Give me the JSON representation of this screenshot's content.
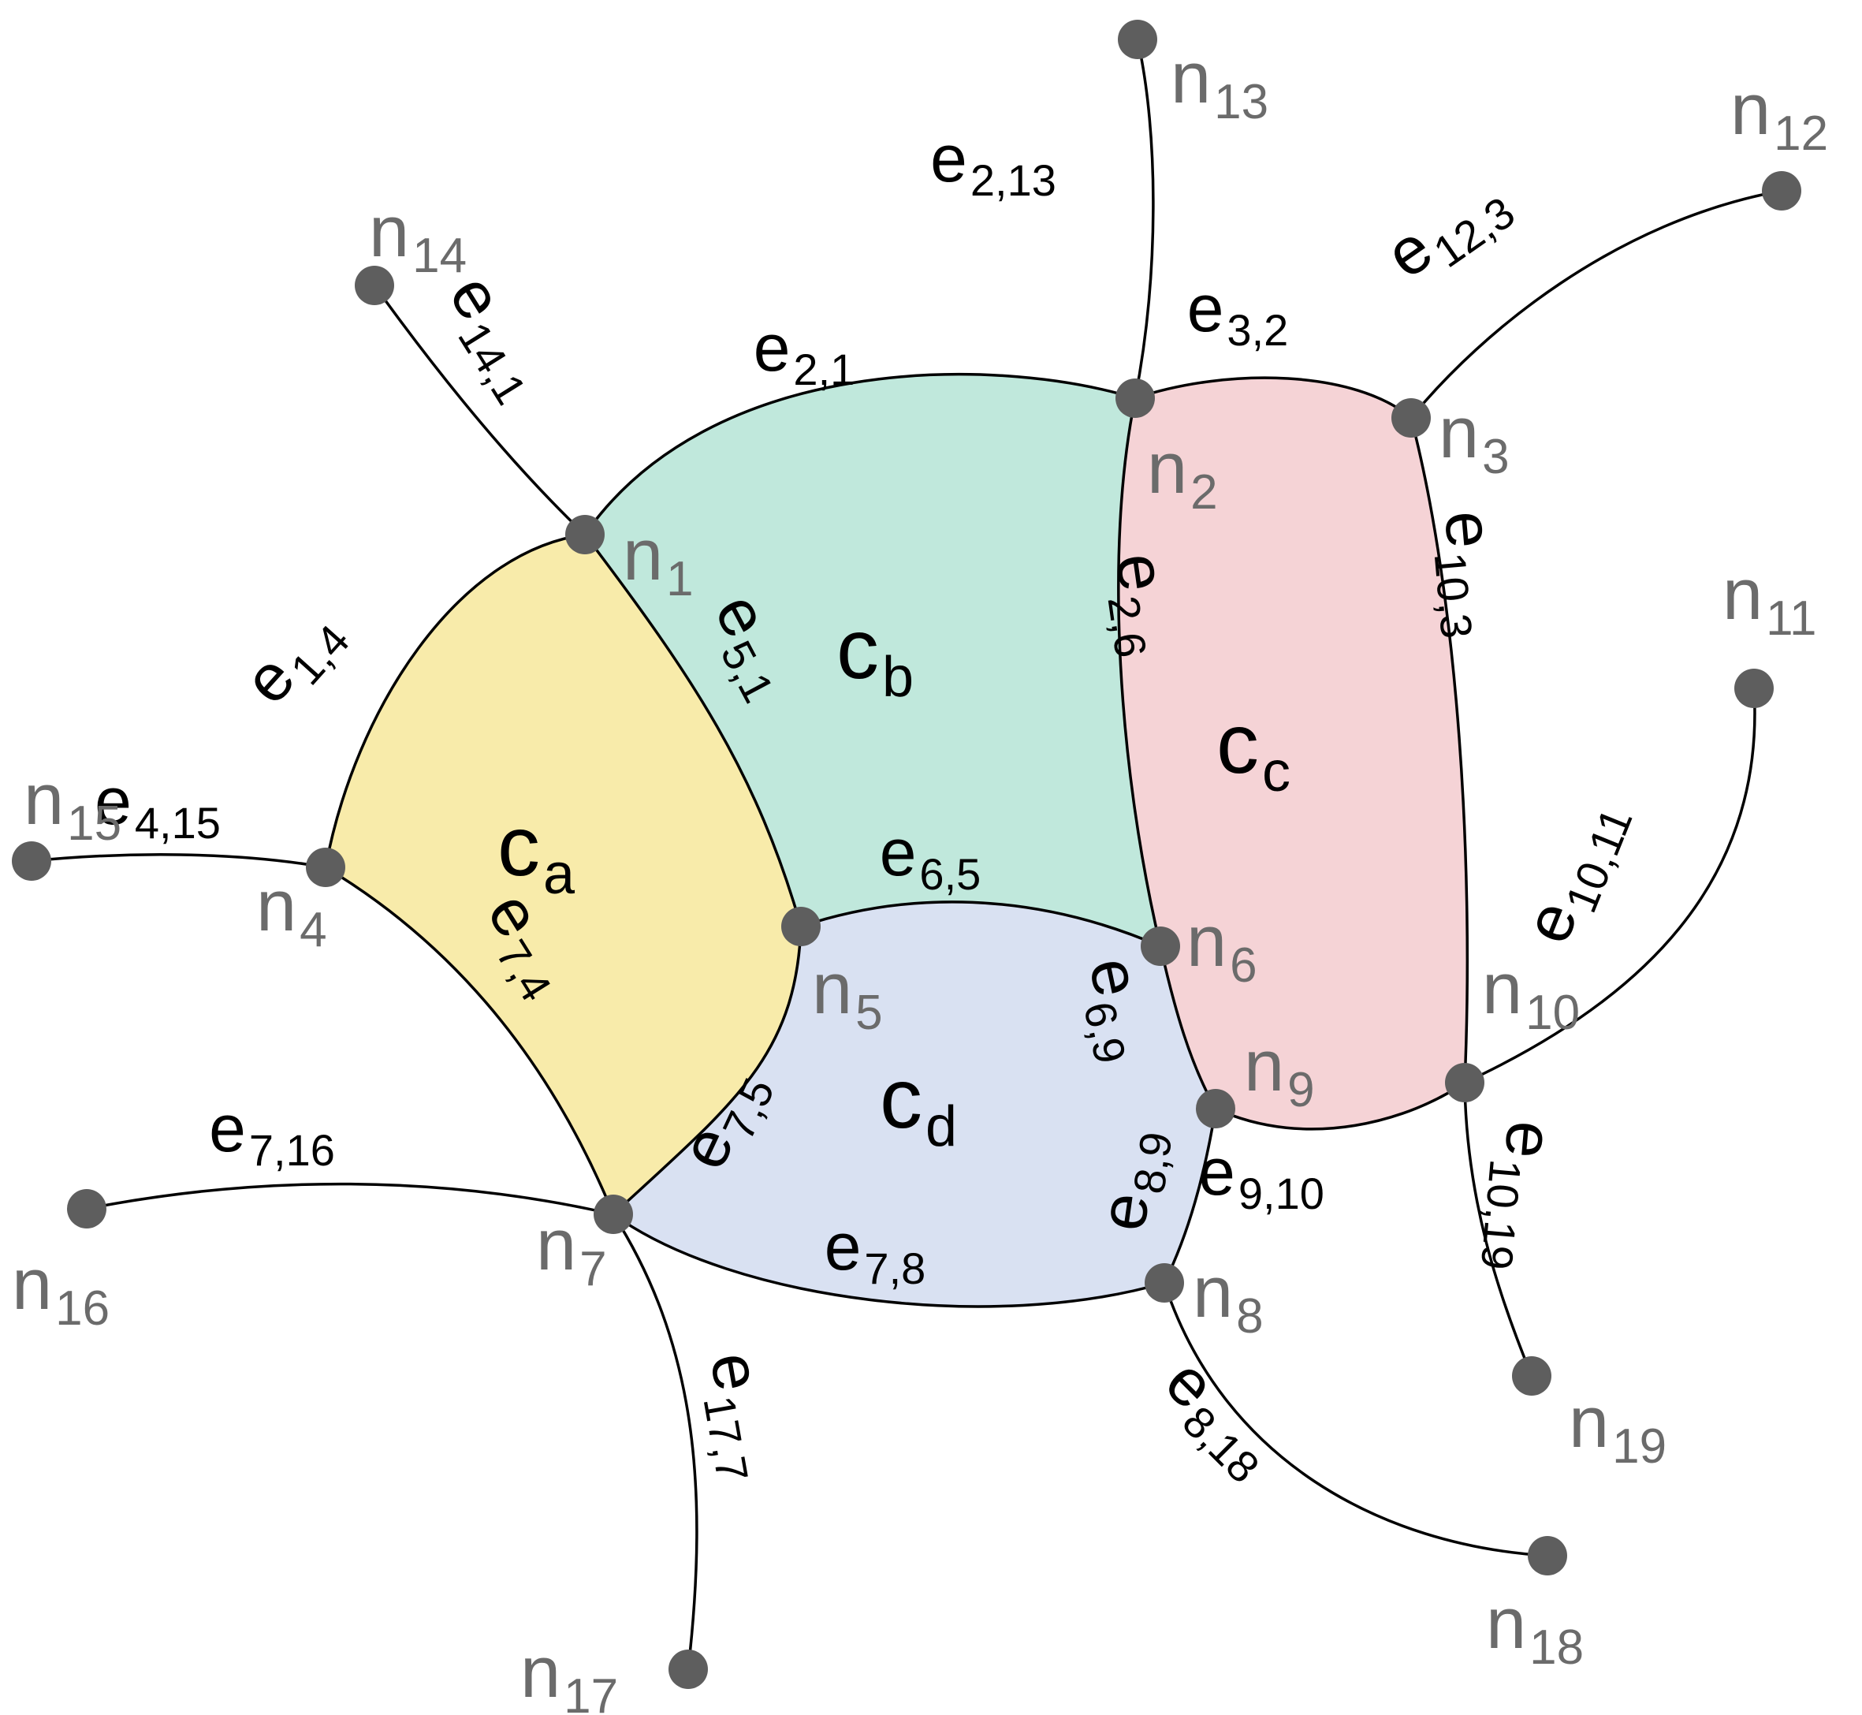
{
  "colors": {
    "cell_a": "#f8ebaa",
    "cell_b": "#c0e8dc",
    "cell_c": "#f5d3d6",
    "cell_d": "#d9e1f2",
    "node": "#5e5e5e",
    "edge": "#000000",
    "node_label": "#6b6b6b",
    "edge_label": "#000000"
  },
  "cells": [
    {
      "id": "a",
      "base": "c",
      "sub": "a"
    },
    {
      "id": "b",
      "base": "c",
      "sub": "b"
    },
    {
      "id": "c",
      "base": "c",
      "sub": "c"
    },
    {
      "id": "d",
      "base": "c",
      "sub": "d"
    }
  ],
  "nodes": [
    {
      "id": "n1",
      "base": "n",
      "sub": "1"
    },
    {
      "id": "n2",
      "base": "n",
      "sub": "2"
    },
    {
      "id": "n3",
      "base": "n",
      "sub": "3"
    },
    {
      "id": "n4",
      "base": "n",
      "sub": "4"
    },
    {
      "id": "n5",
      "base": "n",
      "sub": "5"
    },
    {
      "id": "n6",
      "base": "n",
      "sub": "6"
    },
    {
      "id": "n7",
      "base": "n",
      "sub": "7"
    },
    {
      "id": "n8",
      "base": "n",
      "sub": "8"
    },
    {
      "id": "n9",
      "base": "n",
      "sub": "9"
    },
    {
      "id": "n10",
      "base": "n",
      "sub": "10"
    },
    {
      "id": "n11",
      "base": "n",
      "sub": "11"
    },
    {
      "id": "n12",
      "base": "n",
      "sub": "12"
    },
    {
      "id": "n13",
      "base": "n",
      "sub": "13"
    },
    {
      "id": "n14",
      "base": "n",
      "sub": "14"
    },
    {
      "id": "n15",
      "base": "n",
      "sub": "15"
    },
    {
      "id": "n16",
      "base": "n",
      "sub": "16"
    },
    {
      "id": "n17",
      "base": "n",
      "sub": "17"
    },
    {
      "id": "n18",
      "base": "n",
      "sub": "18"
    },
    {
      "id": "n19",
      "base": "n",
      "sub": "19"
    }
  ],
  "edges": [
    {
      "id": "e2_1",
      "from": "n2",
      "to": "n1",
      "base": "e",
      "sub": "2,1"
    },
    {
      "id": "e1_4",
      "from": "n1",
      "to": "n4",
      "base": "e",
      "sub": "1,4"
    },
    {
      "id": "e5_1",
      "from": "n5",
      "to": "n1",
      "base": "e",
      "sub": "5,1"
    },
    {
      "id": "e14_1",
      "from": "n14",
      "to": "n1",
      "base": "e",
      "sub": "14,1"
    },
    {
      "id": "e2_13",
      "from": "n2",
      "to": "n13",
      "base": "e",
      "sub": "2,13"
    },
    {
      "id": "e3_2",
      "from": "n3",
      "to": "n2",
      "base": "e",
      "sub": "3,2"
    },
    {
      "id": "e12_3",
      "from": "n12",
      "to": "n3",
      "base": "e",
      "sub": "12,3"
    },
    {
      "id": "e2_6",
      "from": "n2",
      "to": "n6",
      "base": "e",
      "sub": "2,6"
    },
    {
      "id": "e10_3",
      "from": "n10",
      "to": "n3",
      "base": "e",
      "sub": "10,3"
    },
    {
      "id": "e6_5",
      "from": "n6",
      "to": "n5",
      "base": "e",
      "sub": "6,5"
    },
    {
      "id": "e4_15",
      "from": "n4",
      "to": "n15",
      "base": "e",
      "sub": "4,15"
    },
    {
      "id": "e7_4",
      "from": "n7",
      "to": "n4",
      "base": "e",
      "sub": "7,4"
    },
    {
      "id": "e7_5",
      "from": "n7",
      "to": "n5",
      "base": "e",
      "sub": "7,5"
    },
    {
      "id": "e6_9",
      "from": "n6",
      "to": "n9",
      "base": "e",
      "sub": "6,9"
    },
    {
      "id": "e10_11",
      "from": "n10",
      "to": "n11",
      "base": "e",
      "sub": "10,11"
    },
    {
      "id": "e9_10",
      "from": "n9",
      "to": "n10",
      "base": "e",
      "sub": "9,10"
    },
    {
      "id": "e8_9",
      "from": "n8",
      "to": "n9",
      "base": "e",
      "sub": "8,9"
    },
    {
      "id": "e10_19",
      "from": "n10",
      "to": "n19",
      "base": "e",
      "sub": "10,19"
    },
    {
      "id": "e7_16",
      "from": "n7",
      "to": "n16",
      "base": "e",
      "sub": "7,16"
    },
    {
      "id": "e7_8",
      "from": "n7",
      "to": "n8",
      "base": "e",
      "sub": "7,8"
    },
    {
      "id": "e17_7",
      "from": "n17",
      "to": "n7",
      "base": "e",
      "sub": "17,7"
    },
    {
      "id": "e8_18",
      "from": "n8",
      "to": "n18",
      "base": "e",
      "sub": "8,18"
    }
  ]
}
